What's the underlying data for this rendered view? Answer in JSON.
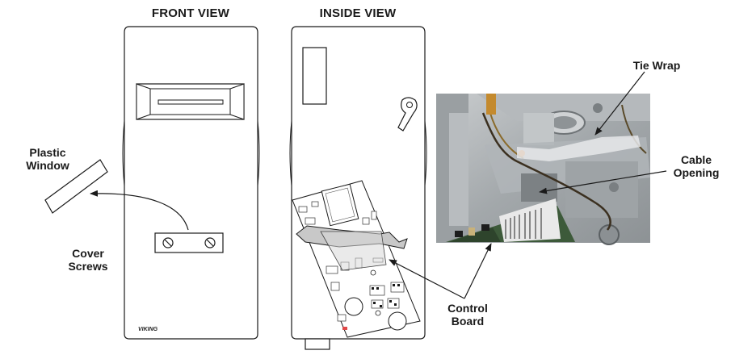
{
  "titles": {
    "front_view": "FRONT VIEW",
    "inside_view": "INSIDE VIEW"
  },
  "labels": {
    "plastic_window_line1": "Plastic",
    "plastic_window_line2": "Window",
    "cover_screws_line1": "Cover",
    "cover_screws_line2": "Screws",
    "tie_wrap": "Tie Wrap",
    "cable_opening_line1": "Cable",
    "cable_opening_line2": "Opening",
    "control_board_line1": "Control",
    "control_board_line2": "Board"
  },
  "brand": "VIKING",
  "colors": {
    "line": "#1a1a1a",
    "photo_metal": "#a9adb0",
    "photo_dark": "#4a4f52",
    "board_green": "#3d5a3a"
  }
}
